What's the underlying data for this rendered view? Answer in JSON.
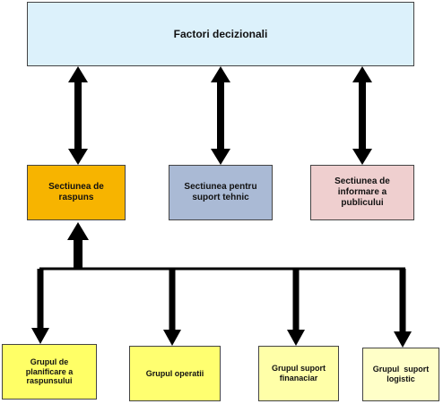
{
  "top": {
    "label": "Factori decizionali",
    "color": "#dcf1fb"
  },
  "sections": [
    {
      "label": "Sectiunea de raspuns",
      "color": "#f7b400"
    },
    {
      "label": "Sectiunea pentru suport tehnic",
      "color": "#aabad5"
    },
    {
      "label": "Sectiunea de informare a publicului",
      "color": "#efcfcf"
    }
  ],
  "groups": [
    {
      "label": "Grupul de planificare a raspunsului",
      "color": "#ffff66"
    },
    {
      "label": "Grupul operatii",
      "color": "#ffff70"
    },
    {
      "label": "Grupul suport finanaciar",
      "color": "#ffffa8"
    },
    {
      "label": "Grupul  suport logistic",
      "color": "#ffffc8"
    }
  ],
  "connector_color": "#000000"
}
